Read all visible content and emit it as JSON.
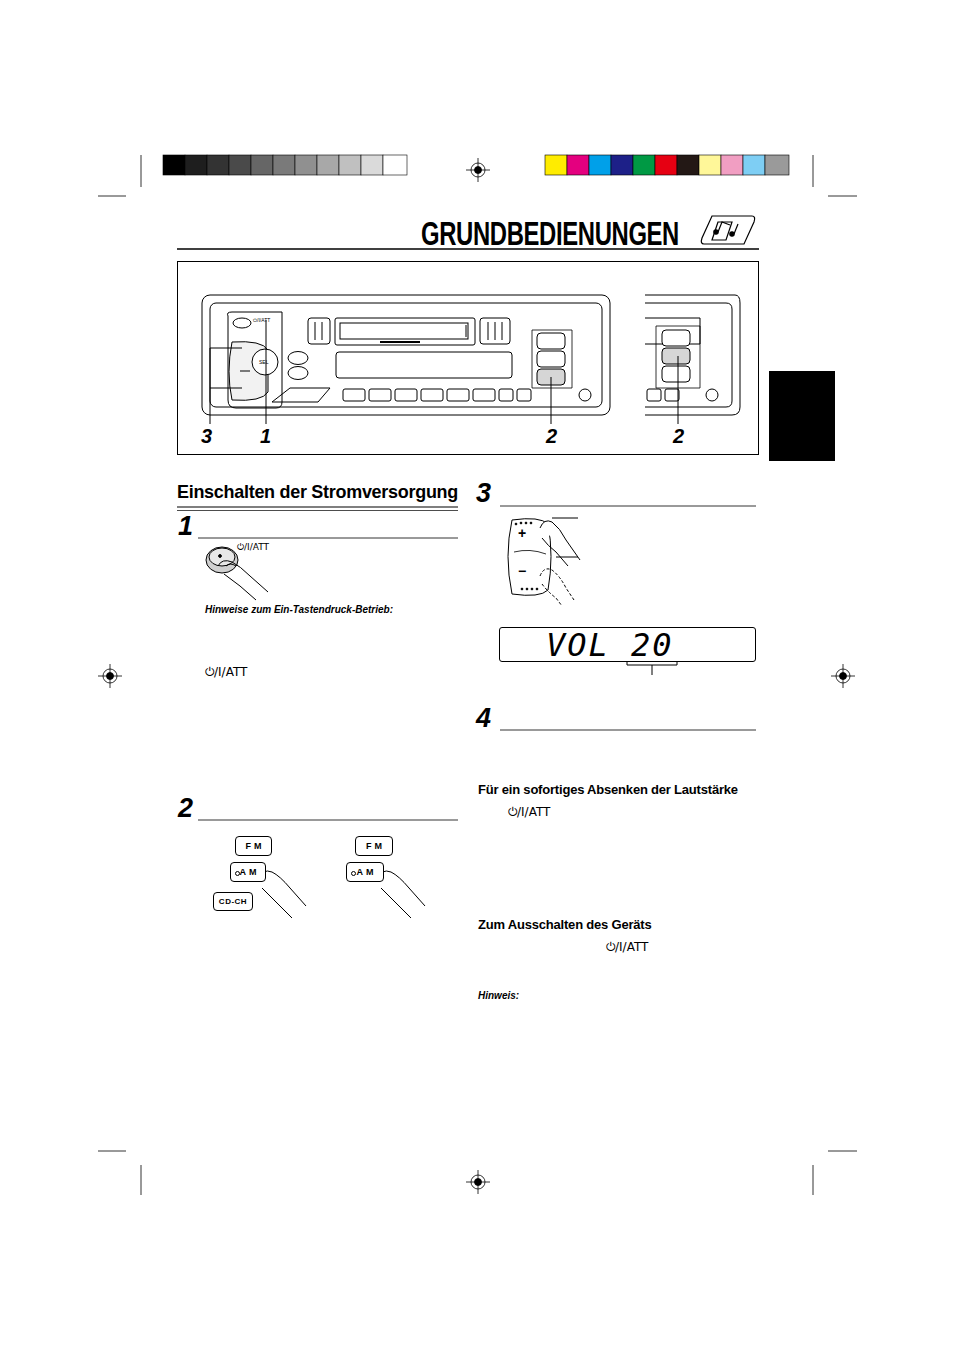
{
  "diagram": {
    "title": "GRUNDBEDIENUNGEN",
    "nodes": [
      {
        "text": [
          "FM"
        ]
      },
      {
        "text": [
          "AM"
        ]
      },
      {
        "text": [
          "CD-CH"
        ]
      },
      {
        "text": [
          "FM"
        ]
      },
      {
        "text": [
          "AM"
        ]
      },
      {
        "text": [
          "VOL 20"
        ]
      }
    ],
    "labels": [
      "3",
      "1",
      "2",
      "2",
      "⏻/I/ATT",
      "SEL",
      "Einschalten der Stromversorgung",
      "1",
      "⏻/I/ATT",
      "Hinweise zum Ein-Tastendruck-Betrieb:",
      "⏻/I/ATT",
      "2",
      "3",
      "+",
      "−",
      "4",
      "Für ein sofortiges Absenken der Lautstärke",
      "⏻/I/ATT",
      "Zum Ausschalten des Geräts",
      "⏻/I/ATT",
      "Hinweis:"
    ]
  }
}
